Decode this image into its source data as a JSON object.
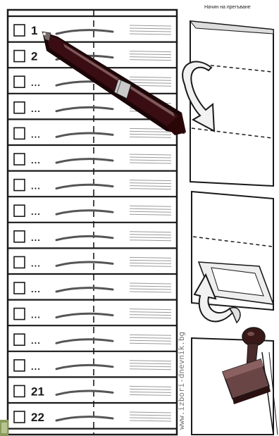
{
  "caption": "Начин на прегъване",
  "watermark": "www.izbori-dnevnik.bg",
  "rows": [
    {
      "label": "1"
    },
    {
      "label": "2"
    },
    {
      "label": "..."
    },
    {
      "label": "..."
    },
    {
      "label": "..."
    },
    {
      "label": "..."
    },
    {
      "label": "..."
    },
    {
      "label": "..."
    },
    {
      "label": "..."
    },
    {
      "label": "..."
    },
    {
      "label": "..."
    },
    {
      "label": "..."
    },
    {
      "label": "..."
    },
    {
      "label": "..."
    },
    {
      "label": "21"
    },
    {
      "label": "22"
    }
  ],
  "colors": {
    "ink": "#1a1a1a",
    "pen_body": "#3a0d12",
    "pen_highlight": "#c9c9c9",
    "arrow_fill": "#f2f2f2",
    "paper": "#ffffff",
    "stamp_body": "#5a3a3a",
    "accent_corner": "#8a9a5b"
  },
  "icons": {
    "pen": "pen-icon",
    "fold_arrow": "fold-arrow-icon",
    "stamp": "stamp-icon",
    "checkbox": "checkbox-icon"
  }
}
